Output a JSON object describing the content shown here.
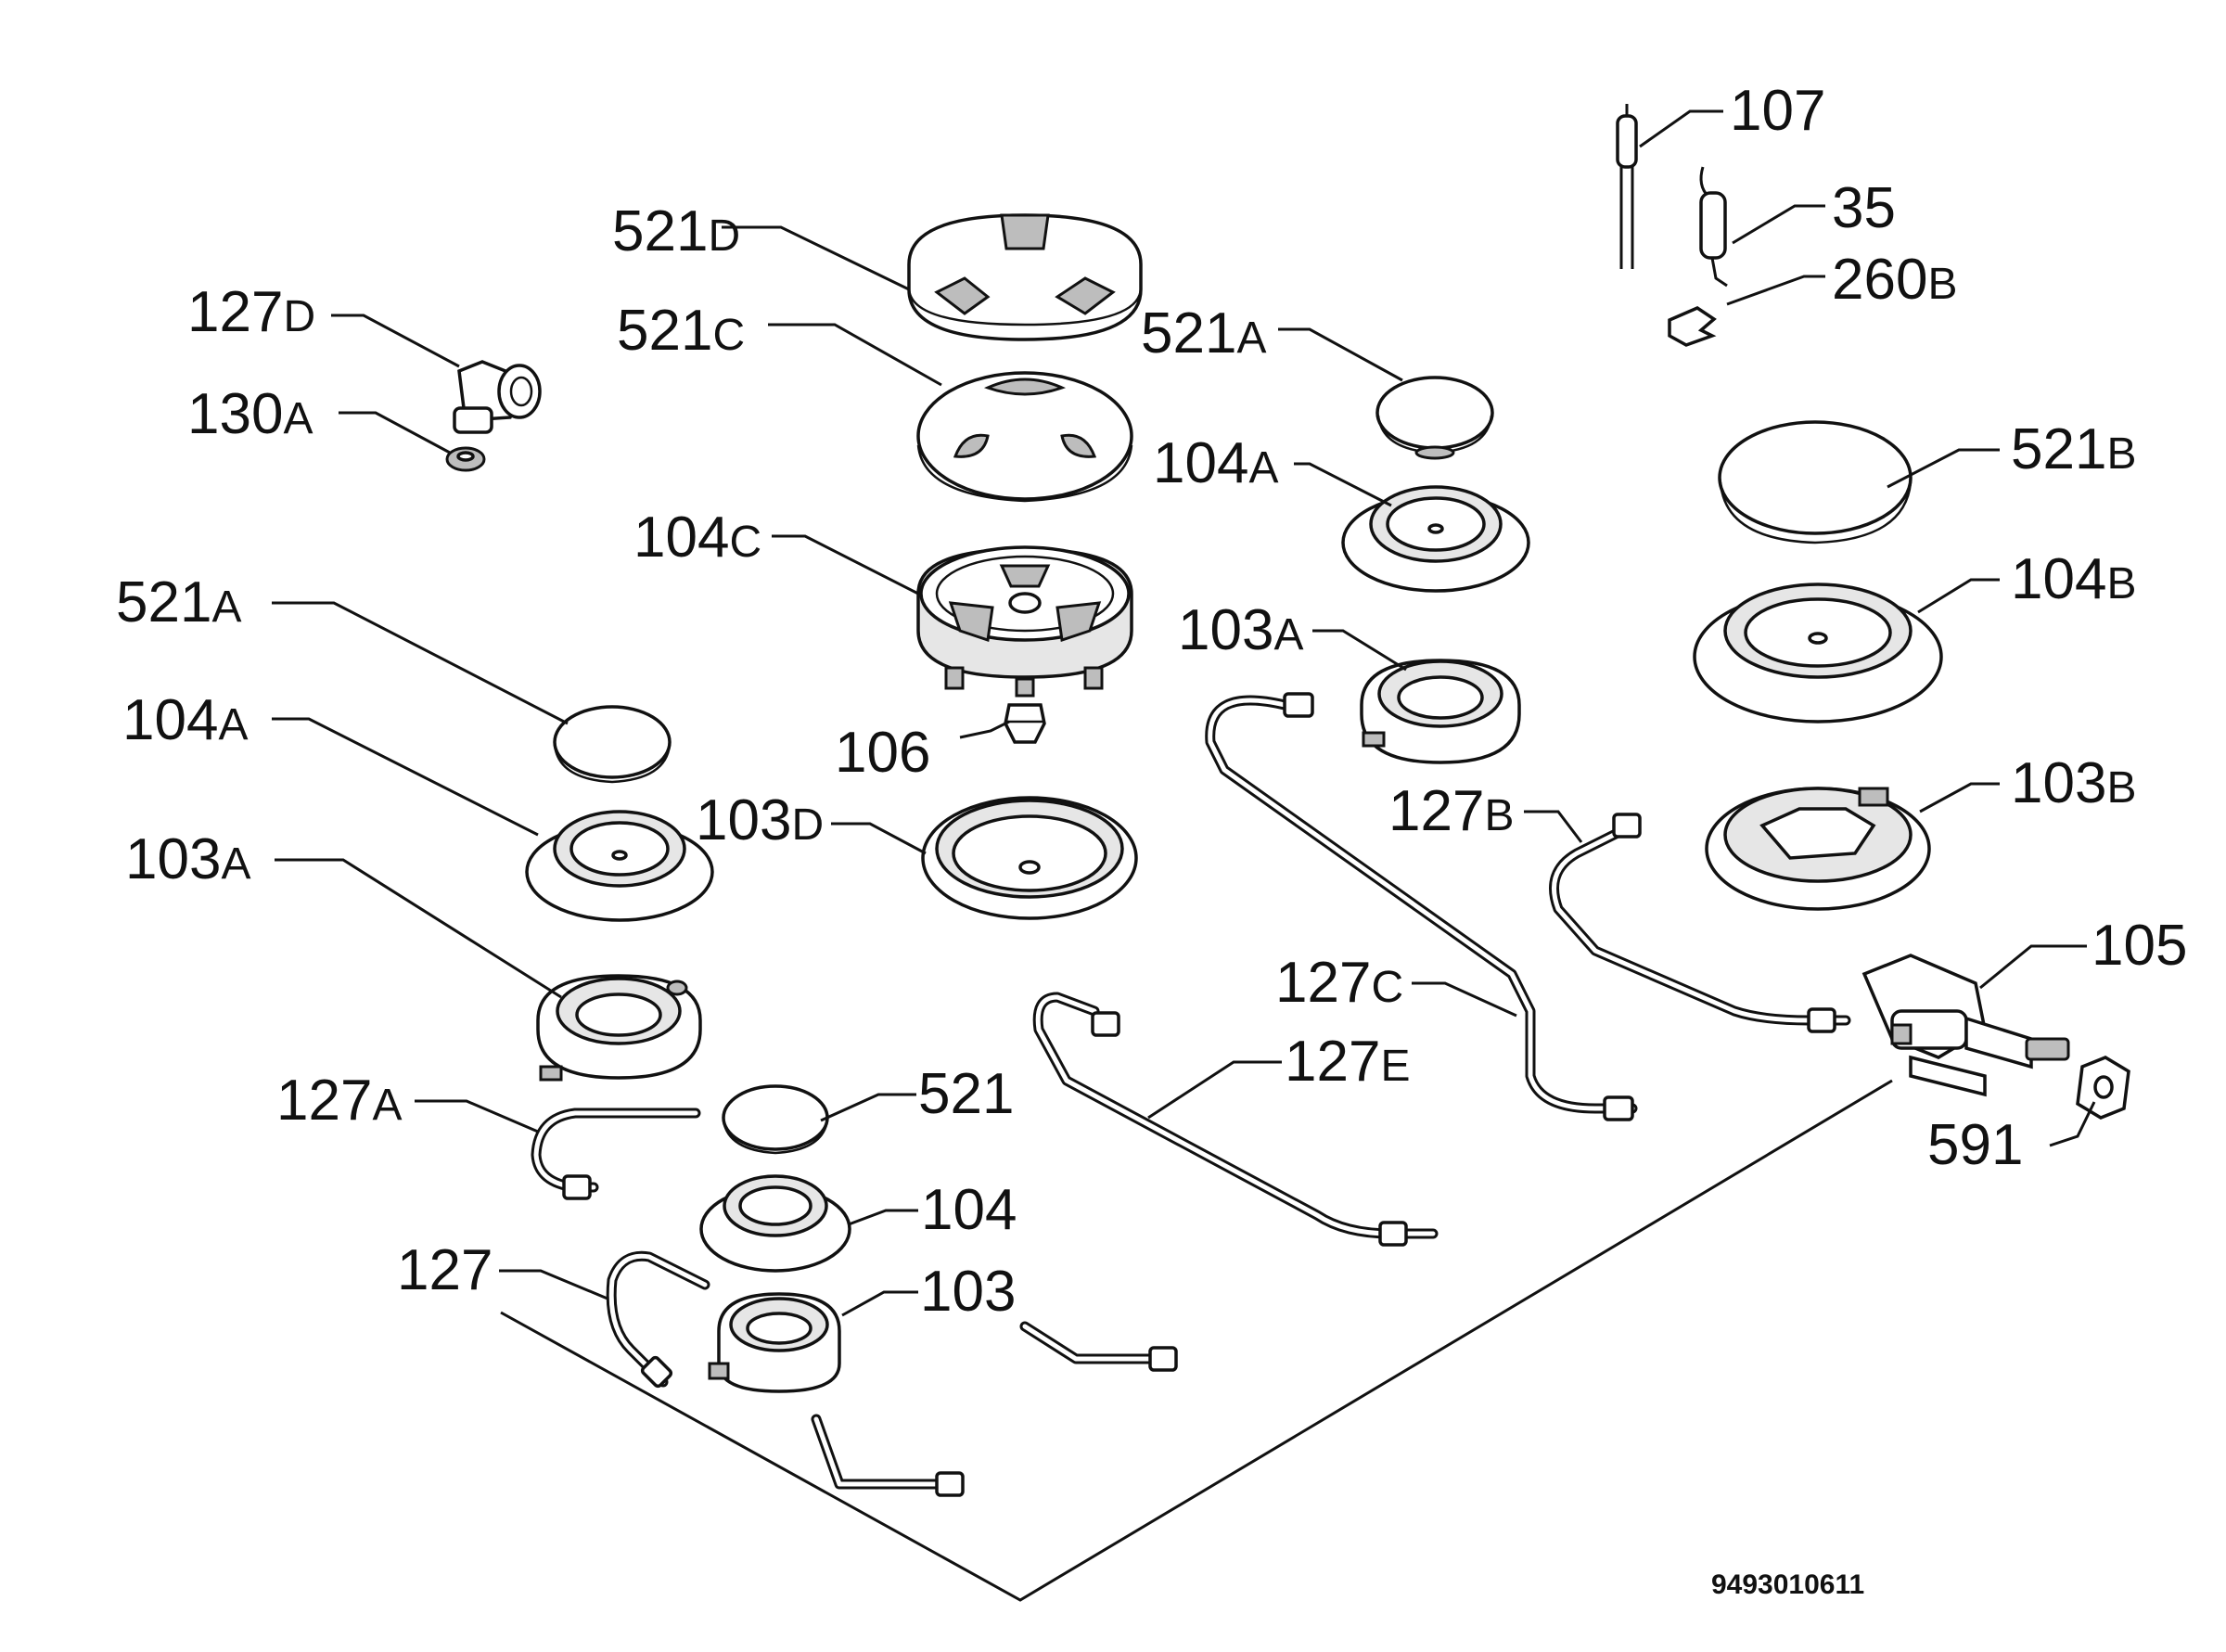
{
  "drawing_code": "9493010611",
  "labels": {
    "l107": {
      "num": "107",
      "suf": ""
    },
    "l35": {
      "num": "35",
      "suf": ""
    },
    "l260b": {
      "num": "260",
      "suf": "B"
    },
    "l521d": {
      "num": "521",
      "suf": "D"
    },
    "l521c": {
      "num": "521",
      "suf": "C"
    },
    "l127d": {
      "num": "127",
      "suf": "D"
    },
    "l130a": {
      "num": "130",
      "suf": "A"
    },
    "l521a_r": {
      "num": "521",
      "suf": "A"
    },
    "l104a_r": {
      "num": "104",
      "suf": "A"
    },
    "l521b": {
      "num": "521",
      "suf": "B"
    },
    "l104b": {
      "num": "104",
      "suf": "B"
    },
    "l104c": {
      "num": "104",
      "suf": "C"
    },
    "l103a_r": {
      "num": "103",
      "suf": "A"
    },
    "l521a_l": {
      "num": "521",
      "suf": "A"
    },
    "l104a_l": {
      "num": "104",
      "suf": "A"
    },
    "l106": {
      "num": "106",
      "suf": ""
    },
    "l103d": {
      "num": "103",
      "suf": "D"
    },
    "l127b": {
      "num": "127",
      "suf": "B"
    },
    "l103b": {
      "num": "103",
      "suf": "B"
    },
    "l103a_l": {
      "num": "103",
      "suf": "A"
    },
    "l127c": {
      "num": "127",
      "suf": "C"
    },
    "l105": {
      "num": "105",
      "suf": ""
    },
    "l127e": {
      "num": "127",
      "suf": "E"
    },
    "l127a": {
      "num": "127",
      "suf": "A"
    },
    "l521": {
      "num": "521",
      "suf": ""
    },
    "l104": {
      "num": "104",
      "suf": ""
    },
    "l591": {
      "num": "591",
      "suf": ""
    },
    "l127": {
      "num": "127",
      "suf": ""
    },
    "l103": {
      "num": "103",
      "suf": ""
    }
  }
}
